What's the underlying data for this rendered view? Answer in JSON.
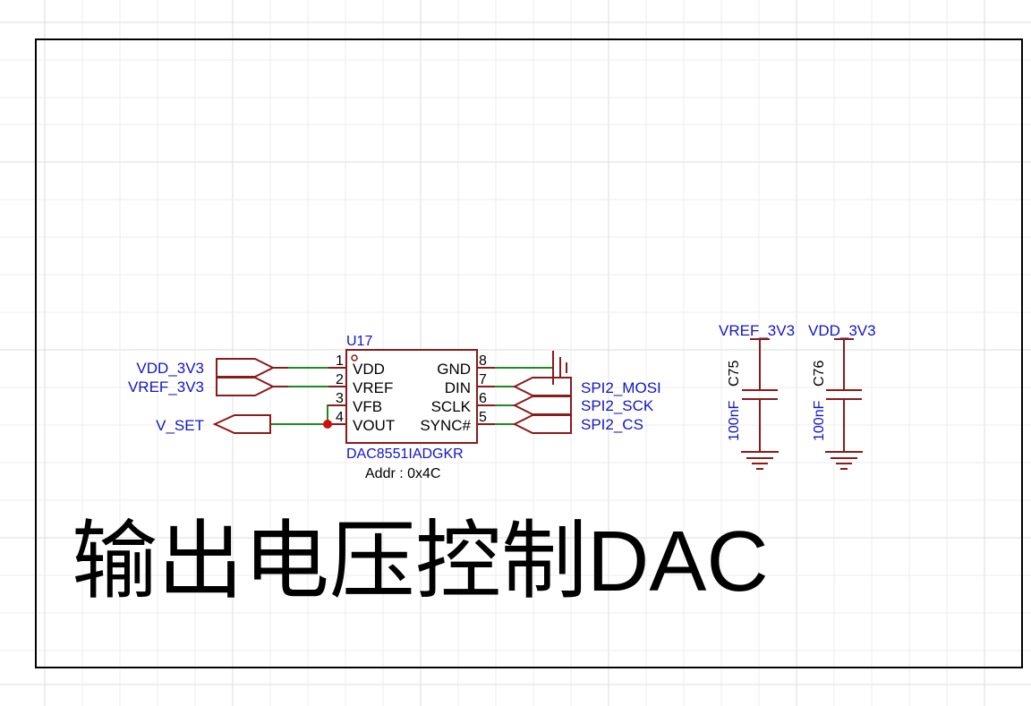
{
  "colors": {
    "grid": "#dcdcdc",
    "frame": "#000000",
    "part": "#8b1a1a",
    "wire": "#1f8a1f",
    "net": "#1414c8",
    "junction": "#d01010"
  },
  "ic": {
    "ref": "U17",
    "part_number": "DAC8551IADGKR",
    "addr": "Addr : 0x4C",
    "pins": [
      {
        "num": "1",
        "name": "VDD"
      },
      {
        "num": "2",
        "name": "VREF"
      },
      {
        "num": "3",
        "name": "VFB"
      },
      {
        "num": "4",
        "name": "VOUT"
      },
      {
        "num": "8",
        "name": "GND"
      },
      {
        "num": "7",
        "name": "DIN"
      },
      {
        "num": "6",
        "name": "SCLK"
      },
      {
        "num": "5",
        "name": "SYNC#"
      }
    ]
  },
  "nets": {
    "vdd_in": "VDD_3V3",
    "vref_in": "VREF_3V3",
    "vset": "V_SET",
    "mosi": "SPI2_MOSI",
    "sck": "SPI2_SCK",
    "cs": "SPI2_CS",
    "c75_top": "VREF_3V3",
    "c76_top": "VDD_3V3"
  },
  "caps": [
    {
      "ref": "C75",
      "value": "100nF",
      "icon": "capacitor-icon"
    },
    {
      "ref": "C76",
      "value": "100nF",
      "icon": "capacitor-icon"
    }
  ],
  "title": "输出电压控制DAC"
}
